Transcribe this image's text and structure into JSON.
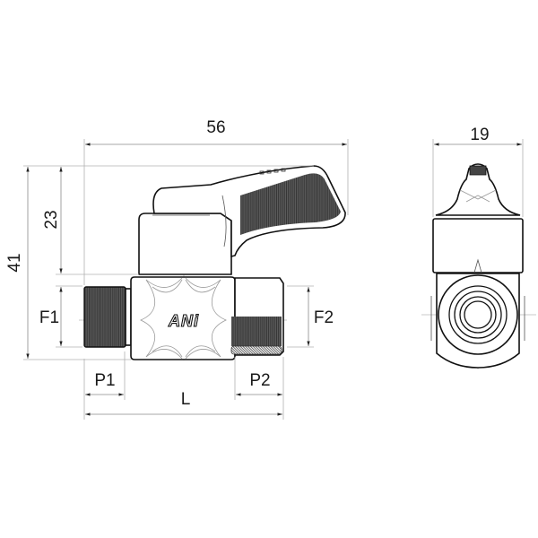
{
  "drawing": {
    "subject": "Mini ball valve with lever handle, male x female threaded ends",
    "brand_logo_text": "ANi",
    "views": [
      "side-view",
      "end-view"
    ]
  },
  "dimensions": {
    "overall_length": {
      "label": "56"
    },
    "overall_height": {
      "label": "41"
    },
    "handle_height": {
      "label": "23"
    },
    "end_view_width": {
      "label": "19"
    },
    "thread_1_diameter": {
      "label": "F1"
    },
    "thread_2_diameter": {
      "label": "F2"
    },
    "thread_1_length": {
      "label": "P1"
    },
    "thread_2_length": {
      "label": "P2"
    },
    "body_length": {
      "label": "L"
    }
  },
  "colors": {
    "outline": "#111111",
    "dimension_line": "#8a8a8a",
    "thread_fill": "#4a4a4a",
    "handle_grip_fill": "#555555",
    "background": "#ffffff"
  }
}
